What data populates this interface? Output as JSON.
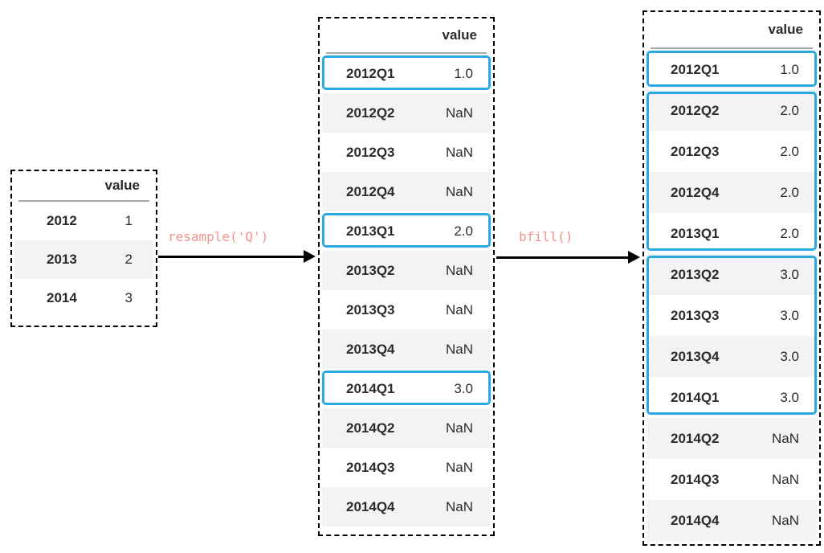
{
  "diagram": {
    "colors": {
      "highlight_box": "#29a9e1",
      "code_label": "#f2938d",
      "row_stripe": "#f3f3f3",
      "text": "#2b2b2b"
    },
    "arrows": [
      {
        "label": "resample('Q')"
      },
      {
        "label": "bfill()"
      }
    ],
    "tables": {
      "left": {
        "header": "value",
        "rows": [
          {
            "index": "2012",
            "value": "1"
          },
          {
            "index": "2013",
            "value": "2"
          },
          {
            "index": "2014",
            "value": "3"
          }
        ],
        "highlight_groups": []
      },
      "middle": {
        "header": "value",
        "rows": [
          {
            "index": "2012Q1",
            "value": "1.0"
          },
          {
            "index": "2012Q2",
            "value": "NaN"
          },
          {
            "index": "2012Q3",
            "value": "NaN"
          },
          {
            "index": "2012Q4",
            "value": "NaN"
          },
          {
            "index": "2013Q1",
            "value": "2.0"
          },
          {
            "index": "2013Q2",
            "value": "NaN"
          },
          {
            "index": "2013Q3",
            "value": "NaN"
          },
          {
            "index": "2013Q4",
            "value": "NaN"
          },
          {
            "index": "2014Q1",
            "value": "3.0"
          },
          {
            "index": "2014Q2",
            "value": "NaN"
          },
          {
            "index": "2014Q3",
            "value": "NaN"
          },
          {
            "index": "2014Q4",
            "value": "NaN"
          }
        ],
        "highlight_groups": [
          [
            0,
            0
          ],
          [
            4,
            4
          ],
          [
            8,
            8
          ]
        ]
      },
      "right": {
        "header": "value",
        "rows": [
          {
            "index": "2012Q1",
            "value": "1.0"
          },
          {
            "index": "2012Q2",
            "value": "2.0"
          },
          {
            "index": "2012Q3",
            "value": "2.0"
          },
          {
            "index": "2012Q4",
            "value": "2.0"
          },
          {
            "index": "2013Q1",
            "value": "2.0"
          },
          {
            "index": "2013Q2",
            "value": "3.0"
          },
          {
            "index": "2013Q3",
            "value": "3.0"
          },
          {
            "index": "2013Q4",
            "value": "3.0"
          },
          {
            "index": "2014Q1",
            "value": "3.0"
          },
          {
            "index": "2014Q2",
            "value": "NaN"
          },
          {
            "index": "2014Q3",
            "value": "NaN"
          },
          {
            "index": "2014Q4",
            "value": "NaN"
          }
        ],
        "highlight_groups": [
          [
            0,
            0
          ],
          [
            1,
            4
          ],
          [
            5,
            8
          ]
        ]
      }
    }
  }
}
